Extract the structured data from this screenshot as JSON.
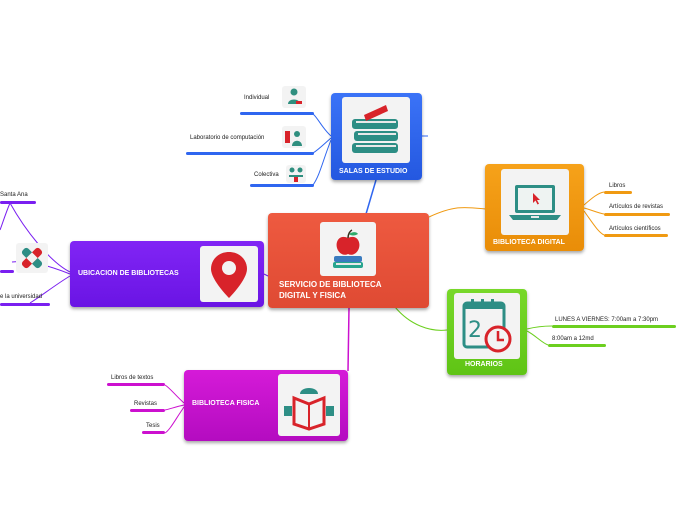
{
  "central": {
    "title_line1": "SERVICIO DE BIBLIOTECA",
    "title_line2": "DIGITAL Y FISICA",
    "icon": "apple-books-icon"
  },
  "salas": {
    "title": "SALAS DE ESTUDIO",
    "icon": "stacked-books-icon",
    "items": [
      "Individual",
      "Laboratorio de computación",
      "Colectiva"
    ]
  },
  "digital": {
    "title": "BIBLIOTECA DIGITAL",
    "icon": "laptop-cursor-icon",
    "items": [
      "Libros",
      "Artículos de revistas",
      "Artículos científicos"
    ]
  },
  "horarios": {
    "title": "HORARIOS",
    "icon": "calendar-clock-icon",
    "items": [
      "LUNES A VIERNES: 7:00am a 7:30pm",
      "8:00am a 12md"
    ]
  },
  "fisica": {
    "title": "BIBLIOTECA FISICA",
    "icon": "reader-book-icon",
    "items": [
      "Libros de textos",
      "Revistas",
      "Tesis"
    ]
  },
  "ubicacion": {
    "title": "UBICACION DE BIBLIOTECAS",
    "icon": "map-pin-icon",
    "items": [
      "Santa Ana",
      "e la universidad"
    ]
  },
  "colors": {
    "central": "#e8533b",
    "salas": "#2f66f0",
    "digital": "#f09a12",
    "horarios": "#6ccf1f",
    "fisica": "#cc10cf",
    "ubicacion": "#7a1ff0"
  }
}
